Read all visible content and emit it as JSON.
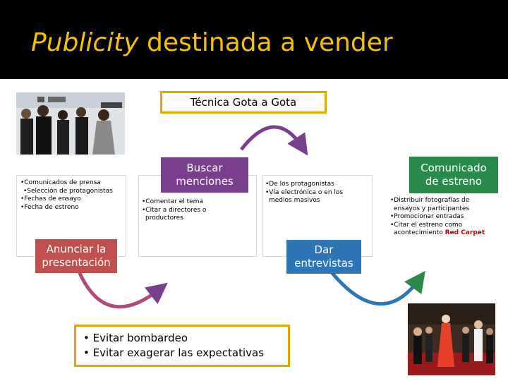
{
  "title": {
    "italic": "Publicity",
    "rest": " destinada a vender"
  },
  "tecnica": "Técnica Gota a  Gota",
  "stage1": {
    "items": [
      "•Comunicados de prensa",
      "•Selección de protagonistas",
      "•Fechas de ensayo",
      "•Fecha de estreno"
    ],
    "label": [
      "Anunciar la",
      "presentación"
    ]
  },
  "stage2": {
    "label": [
      "Buscar",
      "menciones"
    ],
    "items": [
      "•Comentar el tema",
      "•Citar a directores o",
      " productores"
    ]
  },
  "stage3": {
    "items": [
      "•De los protagonistas",
      "•Vía electrónica o en los",
      " medios masivos"
    ],
    "label": [
      "Dar",
      "entrevistas"
    ]
  },
  "stage4": {
    "label": [
      "Comunicado",
      "de estreno"
    ],
    "items": [
      "•Distribuir fotografías de",
      " ensayos y participantes",
      "•Promocionar entradas",
      "•Citar el estreno como"
    ],
    "last_prefix": " acontecimiento ",
    "highlight": "Red Carpet"
  },
  "avoid": [
    "•  Evitar bombardeo",
    "•  Evitar exagerar las expectativas"
  ],
  "colors": {
    "title": "#f2c200",
    "red": "#c0504d",
    "purple": "#7a3e8e",
    "blue": "#2e75b6",
    "green": "#2a8a4a",
    "gold": "#e0a800"
  }
}
